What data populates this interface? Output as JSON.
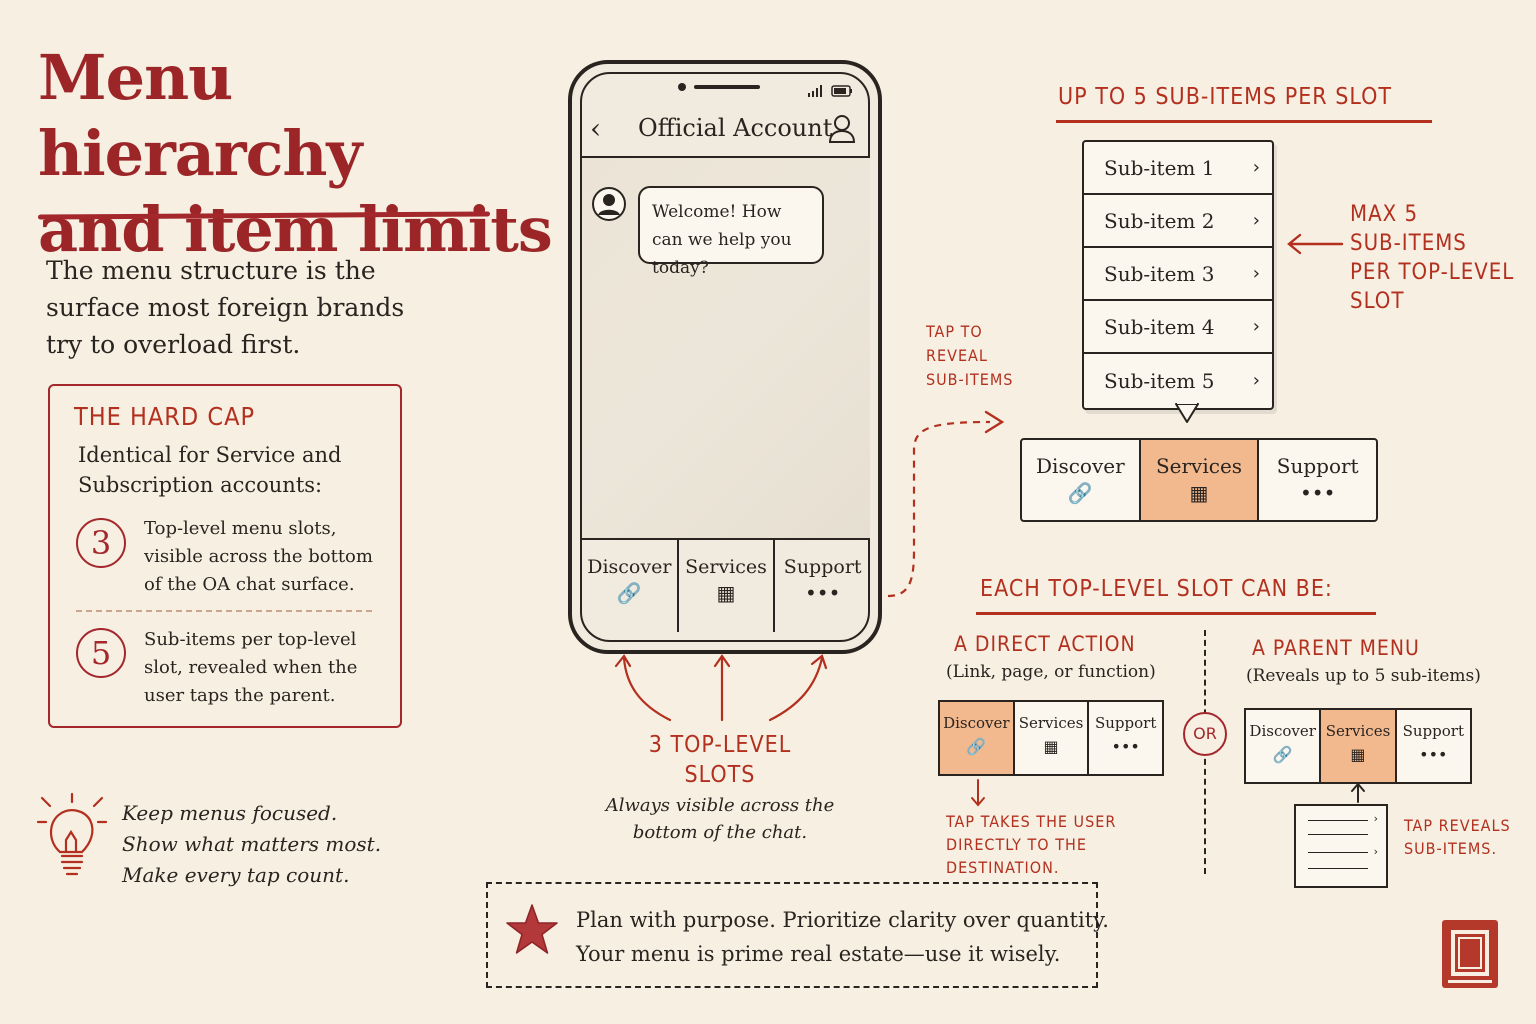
{
  "title": {
    "line1": "Menu hierarchy",
    "line2": "and item limits"
  },
  "intro": "The menu structure is the surface most foreign brands try to overload first.",
  "hard_cap": {
    "title": "The hard cap",
    "subtitle": "Identical for Service and Subscription accounts:",
    "items": [
      {
        "number": "3",
        "text": "Top-level menu slots, visible across the bottom of the OA chat surface."
      },
      {
        "number": "5",
        "text": "Sub-items per top-level slot, revealed when the user taps the parent."
      }
    ]
  },
  "tips": [
    "Keep menus focused.",
    "Show what matters most.",
    "Make every tap count."
  ],
  "phone": {
    "header_title": "Official Account",
    "welcome": "Welcome! How can we help you today?",
    "menu": [
      "Discover",
      "Services",
      "Support"
    ]
  },
  "slots": {
    "label_line1": "3 top-level",
    "label_line2": "slots",
    "sub": "Always visible across the bottom of the chat."
  },
  "tap_reveal": [
    "Tap to",
    "reveal",
    "sub-items"
  ],
  "sub_panel": {
    "title": "Up to 5 sub-items per slot",
    "items": [
      "Sub-item 1",
      "Sub-item 2",
      "Sub-item 3",
      "Sub-item 4",
      "Sub-item 5"
    ],
    "max_note": [
      "Max 5",
      "sub-items",
      "per top-level",
      "slot"
    ],
    "menu": [
      "Discover",
      "Services",
      "Support"
    ]
  },
  "each_slot": {
    "title": "Each top-level slot can be:",
    "option_a": {
      "title": "A direct action",
      "sub": "(Link, page, or function)",
      "note": [
        "Tap takes the user",
        "directly to the",
        "destination."
      ],
      "menu": [
        "Discover",
        "Services",
        "Support"
      ]
    },
    "or": "OR",
    "option_b": {
      "title": "A parent menu",
      "sub": "(Reveals up to 5 sub-items)",
      "note": [
        "Tap reveals",
        "sub-items."
      ],
      "menu": [
        "Discover",
        "Services",
        "Support"
      ]
    }
  },
  "plan": {
    "line1": "Plan with purpose.  Prioritize clarity over quantity.",
    "line2": "Your menu is prime real estate—use it wisely."
  },
  "colors": {
    "accent": "#a3272b",
    "highlight": "#f2b98e",
    "background": "#f6efe2",
    "ink": "#2a2420"
  }
}
